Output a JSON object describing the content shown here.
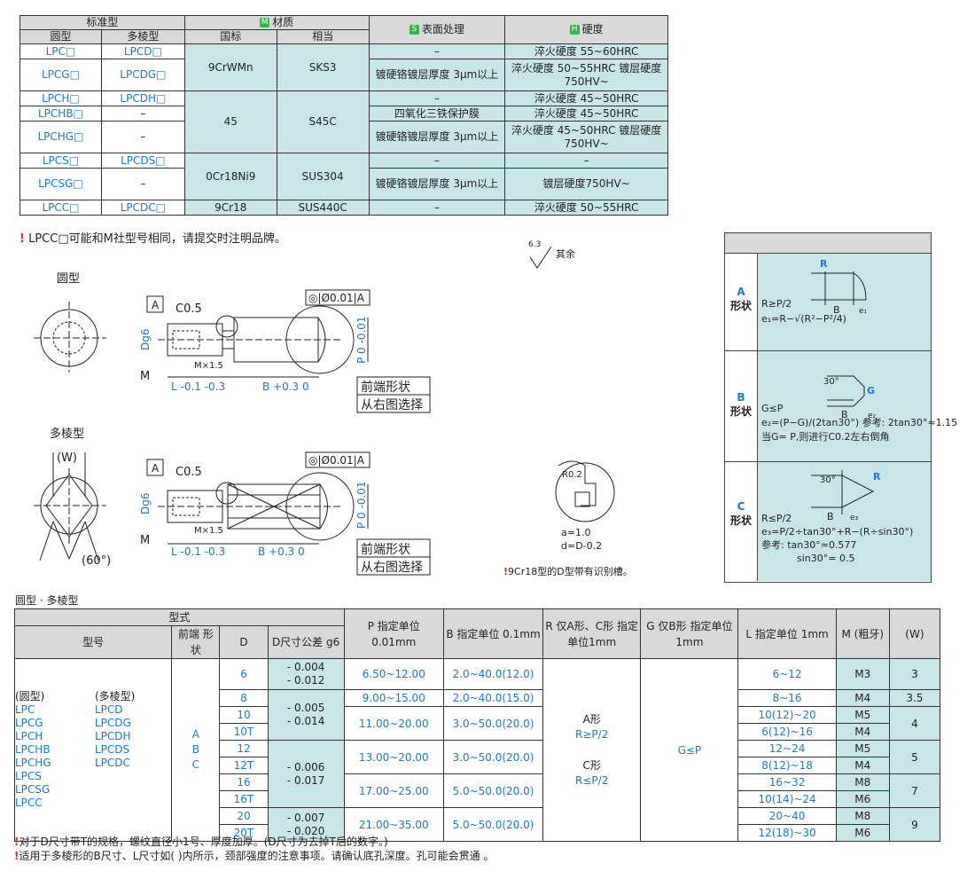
{
  "top_table": {
    "h_standard": "标准型",
    "h_round": "圆型",
    "h_multi": "多棱型",
    "m_badge": "M",
    "h_material": "材质",
    "h_gb": "国标",
    "h_equiv": "相当",
    "s_badge": "S",
    "h_surface": "表面处理",
    "h_badge": "H",
    "h_hardness": "硬度",
    "rows": [
      {
        "round": "LPC□",
        "multi": "LPCD□",
        "surface": "–",
        "hard": "淬火硬度 55~60HRC"
      },
      {
        "round": "LPCG□",
        "multi": "LPCDG□",
        "surface": "镀硬铬镀层厚度 3μm以上",
        "hard": "淬火硬度 50~55HRC 镀层硬度750HV~"
      },
      {
        "round": "LPCH□",
        "multi": "LPCDH□",
        "surface": "–",
        "hard": "淬火硬度 45~50HRC"
      },
      {
        "round": "LPCHB□",
        "multi": "–",
        "surface": "四氧化三铁保护膜",
        "hard": "淬火硬度 45~50HRC"
      },
      {
        "round": "LPCHG□",
        "multi": "–",
        "surface": "镀硬铬镀层厚度 3μm以上",
        "hard": "淬火硬度 45~50HRC 镀层硬度750HV~"
      },
      {
        "round": "LPCS□",
        "multi": "LPCDS□",
        "surface": "–",
        "hard": "–"
      },
      {
        "round": "LPCSG□",
        "multi": "–",
        "surface": "镀硬铬镀层厚度 3μm以上",
        "hard": "镀层硬度750HV~"
      },
      {
        "round": "LPCC□",
        "multi": "LPCDC□",
        "surface": "–",
        "hard": "淬火硬度 50~55HRC"
      }
    ],
    "mat1_gb": "9CrWMn",
    "mat1_eq": "SKS3",
    "mat2_gb": "45",
    "mat2_eq": "S45C",
    "mat3_gb": "0Cr18Ni9",
    "mat3_eq": "SUS304",
    "mat4_gb": "9Cr18",
    "mat4_eq": "SUS440C",
    "note": "LPCC□可能和M社型号相同，请提交时注明品牌。"
  },
  "drawing": {
    "roughness_label": "其余",
    "roughness_value": "6.3",
    "round_title": "圆型",
    "multi_title": "多棱型",
    "datum": "A",
    "chamfer": "C0.5",
    "runout": "◎|Ø0.01|A",
    "thread": "M×1.5",
    "m_label": "M",
    "dg6": "Dg6",
    "l_tol": "L -0.1 -0.3",
    "b_tol": "B +0.3 0",
    "p_tol": "P 0 -0.01",
    "front_shape": "前端形状",
    "select_right": "从右图选择",
    "w_label": "(W)",
    "angle": "(60°)",
    "detail_r": "R0.2",
    "detail_a": "a=1.0",
    "detail_d": "d=D-0.2",
    "detail_note": "9Cr18型的D型带有识别槽。"
  },
  "shape_table": {
    "a_label": "A",
    "a_name": "形状",
    "a_f1": "R≥P/2",
    "a_f2": "e₁=R−√(R²−P²/4)",
    "b_label": "B",
    "b_name": "形状",
    "b_f1": "G≤P",
    "b_f2": "e₂=(P−G)/(2tan30°)",
    "b_ref": "参考: 2tan30°≈1.15",
    "b_note": "当G= P,则进行C0.2左右倒角",
    "c_label": "C",
    "c_name": "形状",
    "c_f1": "R≤P/2",
    "c_f2": "e₃=P/2÷tan30°+R−(R÷sin30°)",
    "c_ref1": "参考: tan30°≈0.577",
    "c_ref2": "sin30°= 0.5"
  },
  "spec": {
    "section_title": "圆型 · 多棱型",
    "h_form": "型式",
    "h_model": "型号",
    "h_front": "前端 形状",
    "h_d": "D",
    "h_dtol": "D尺寸公差 g6",
    "h_p": "P 指定单位 0.01mm",
    "h_b": "B 指定单位 0.1mm",
    "h_r": "R 仅A形、C形 指定单位1mm",
    "h_g": "G 仅B形 指定单位1mm",
    "h_l": "L 指定单位 1mm",
    "h_m": "M (粗牙)",
    "h_w": "(W)",
    "models_round_title": "(圆型)",
    "models_multi_title": "(多棱型)",
    "models_round": [
      "LPC",
      "LPCG",
      "LPCH",
      "LPCHB",
      "LPCHG",
      "LPCS",
      "LPCSG",
      "LPCC"
    ],
    "models_multi": [
      "LPCD",
      "LPCDG",
      "LPCDH",
      "LPCDS",
      "LPCDC"
    ],
    "front": [
      "A",
      "B",
      "C"
    ],
    "r_a": "A形",
    "r_a_f": "R≥P/2",
    "r_c": "C形",
    "r_c_f": "R≤P/2",
    "g_val": "G≤P",
    "rows": [
      {
        "d": "6",
        "l": "6~12",
        "m": "M3"
      },
      {
        "d": "8",
        "l": "8~16",
        "m": "M4"
      },
      {
        "d": "10",
        "l": "10(12)~20",
        "m": "M5"
      },
      {
        "d": "10T",
        "l": "6(12)~16",
        "m": "M4"
      },
      {
        "d": "12",
        "l": "12~24",
        "m": "M5"
      },
      {
        "d": "12T",
        "l": "8(12)~18",
        "m": "M4"
      },
      {
        "d": "16",
        "l": "16~32",
        "m": "M8"
      },
      {
        "d": "16T",
        "l": "10(14)~24",
        "m": "M6"
      },
      {
        "d": "20",
        "l": "20~40",
        "m": "M8"
      },
      {
        "d": "20T",
        "l": "12(18)~30",
        "m": "M6"
      }
    ],
    "tol": [
      "- 0.004\n- 0.012",
      "- 0.005\n- 0.014",
      "- 0.006\n- 0.017",
      "- 0.007\n- 0.020"
    ],
    "p": [
      "6.50~12.00",
      "9.00~15.00",
      "11.00~20.00",
      "13.00~20.00",
      "17.00~25.00",
      "21.00~35.00"
    ],
    "b": [
      "2.0~40.0(12.0)",
      "2.0~40.0(15.0)",
      "3.0~50.0(20.0)",
      "3.0~50.0(20.0)",
      "5.0~50.0(20.0)",
      "5.0~50.0(20.0)"
    ],
    "w": [
      "3",
      "3.5",
      "4",
      "5",
      "7",
      "9"
    ],
    "note1": "对于D尺寸带T的规格，螺纹直径小1号、厚度加厚。(D尺寸为去掉T后的数字。)",
    "note2": "适用于多棱形的B尺寸、L尺寸如( )内所示，颈部强度的注意事项。请确认底孔深度。孔可能会贯通 。"
  }
}
